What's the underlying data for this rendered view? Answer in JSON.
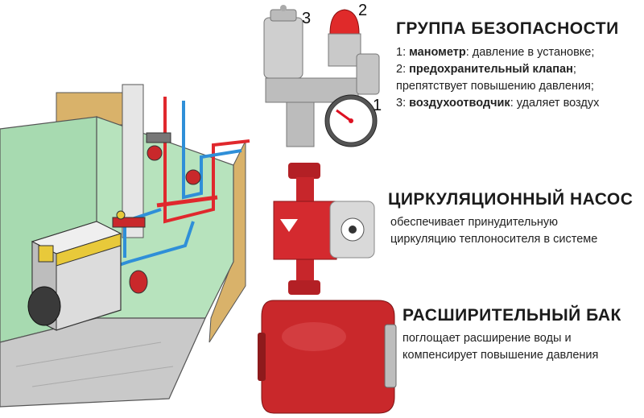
{
  "safety_group": {
    "title": "ГРУППА БЕЗОПАСНОСТИ",
    "items": [
      {
        "prefix": "1: ",
        "term": "манометр",
        "text": ": давление в установке;"
      },
      {
        "prefix": "2: ",
        "term": "предохранительный клапан",
        "text": ";"
      },
      {
        "prefix": "",
        "term": "",
        "text": "препятствует повышению давления;"
      },
      {
        "prefix": "3: ",
        "term": "воздухоотводчик",
        "text": ": удаляет воздух"
      }
    ],
    "callouts": [
      "3",
      "2",
      "1"
    ]
  },
  "pump": {
    "title": "ЦИРКУЛЯЦИОННЫЙ НАСОС",
    "lines": [
      "обеспечивает принудительную",
      "циркуляцию теплоносителя в системе"
    ]
  },
  "tank": {
    "title": "РАСШИРИТЕЛЬНЫЙ БАК",
    "lines": [
      "поглощает расширение воды и",
      "компенсирует повышение давления"
    ]
  },
  "colors": {
    "wall_green": "#b7e3bd",
    "soil": "#d9b26a",
    "pipe_red": "#e0282d",
    "pipe_blue": "#2f8fd8",
    "boiler_yellow": "#e8c93a",
    "tank_red": "#c9282b"
  }
}
